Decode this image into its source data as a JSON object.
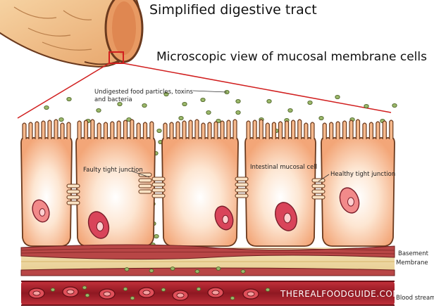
{
  "title": "Simplified digestive tract",
  "subtitle": "Microscopic view of mucosal membrane cells",
  "labels": {
    "particles_line1": "Undigested food particles, toxins",
    "particles_line2": "and bacteria",
    "faulty_junction": "Faulty tight junction",
    "mucosal_cell": "Intestinal mucosal cell",
    "healthy_junction": "Healthy tight junction",
    "basement_line1": "Basement",
    "basement_line2": "Membrane",
    "blood_stream": "Blood stream"
  },
  "watermark": "THEREALFOODGUIDE.COM",
  "colors": {
    "cell_fill": "#f6b98c",
    "cell_glow": "#fff4e8",
    "cell_stroke": "#6b3a1e",
    "nucleus": "#f28a8a",
    "nucleus_dark": "#d9445a",
    "particle": "#9bb86a",
    "particle_stroke": "#4d6326",
    "muscle": "#b84646",
    "blood": "#a3202b",
    "zoom_line": "#d11f1f"
  }
}
